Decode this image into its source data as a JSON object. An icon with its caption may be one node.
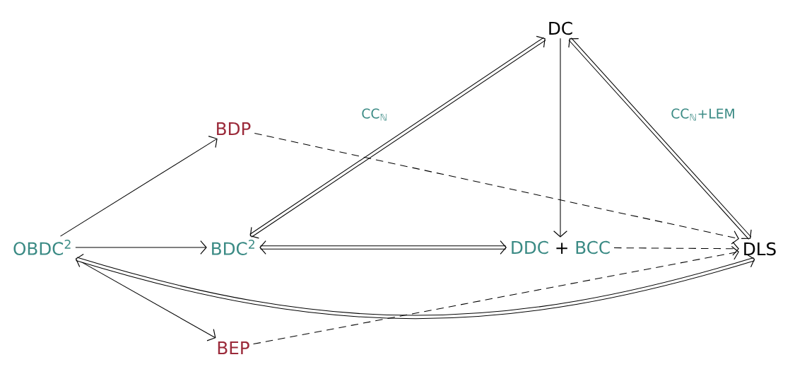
{
  "diagram": {
    "nodes": [
      {
        "text": [
          "DC"
        ]
      },
      {
        "text": [
          "BDP"
        ]
      },
      {
        "text": [
          "OBDC$^{2}$"
        ]
      },
      {
        "text": [
          "BDC$^{2}$"
        ]
      },
      {
        "text": [
          "DDC",
          "+",
          "BCC"
        ]
      },
      {
        "text": [
          "DLS"
        ]
      },
      {
        "text": [
          "BEP"
        ]
      }
    ],
    "edges": [
      {
        "from": 2,
        "to": 1,
        "arrow": "to"
      },
      {
        "from": 2,
        "to": 3,
        "arrow": "to"
      },
      {
        "from": 2,
        "to": 6,
        "arrow": "to"
      },
      {
        "from": 3,
        "to": 0,
        "arrow": "both",
        "style": "thick",
        "label": "CC$_{ℕ}$"
      },
      {
        "from": 0,
        "to": 4,
        "arrow": "to"
      },
      {
        "from": 0,
        "to": 5,
        "arrow": "both",
        "style": "thick",
        "label": "CC$_{ℕ}$+LEM"
      },
      {
        "from": 3,
        "to": 4,
        "arrow": "both",
        "style": "thick"
      },
      {
        "from": 2,
        "to": 5,
        "arrow": "both",
        "style": "thick"
      },
      {
        "from": 1,
        "to": 5,
        "arrow": "to",
        "style": "dashed"
      },
      {
        "from": 4,
        "to": 5,
        "arrow": "to",
        "style": "dashed"
      },
      {
        "from": 6,
        "to": 5,
        "arrow": "to",
        "style": "dashed"
      }
    ]
  }
}
